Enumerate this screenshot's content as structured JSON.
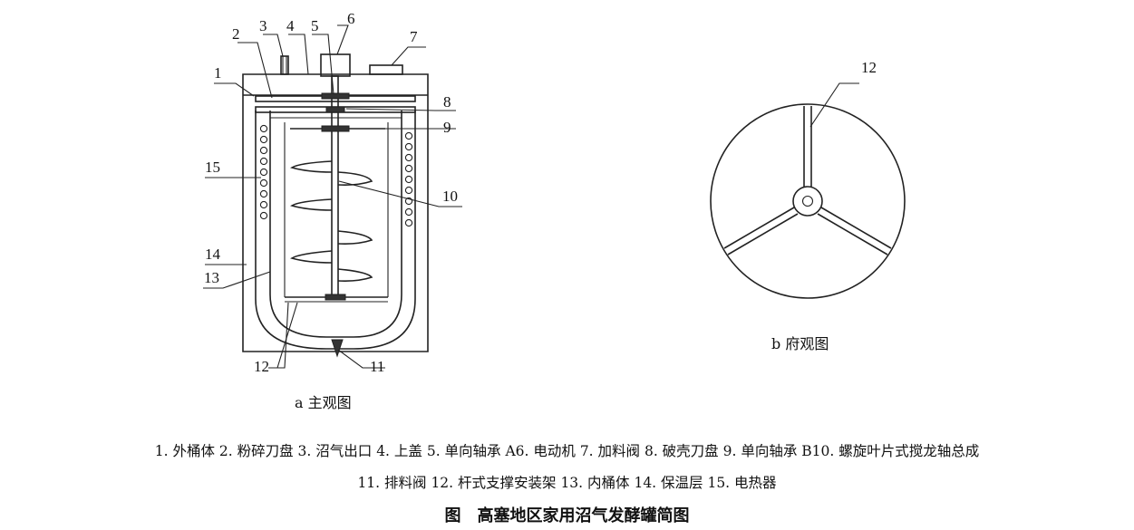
{
  "callouts_front": [
    "1",
    "2",
    "3",
    "4",
    "5",
    "6",
    "7",
    "8",
    "9",
    "10",
    "11",
    "12",
    "13",
    "14",
    "15"
  ],
  "callout_top": "12",
  "caption_front": "a 主观图",
  "caption_top": "b 府观图",
  "legend_line1": "1. 外桶体 2. 粉碎刀盘 3. 沼气出口 4. 上盖 5. 单向轴承 A6. 电动机 7. 加料阀 8. 破壳刀盘 9. 单向轴承 B10. 螺旋叶片式搅龙轴总成",
  "legend_line2": "11. 排料阀 12. 杆式支撑安装架 13. 内桶体 14. 保温层 15. 电热器",
  "figure_title": "图　高塞地区家用沼气发酵罐简图"
}
